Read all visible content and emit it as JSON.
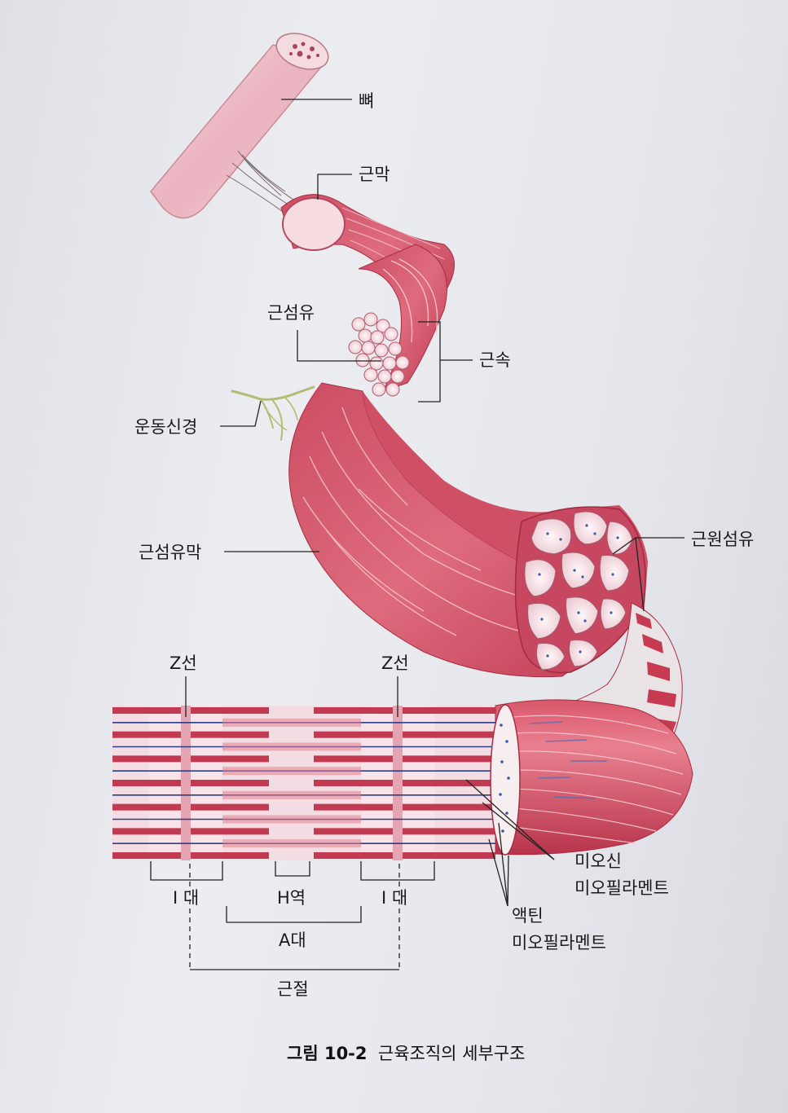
{
  "labels": {
    "bone": "뼈",
    "epimysium": "근막",
    "muscle_fiber": "근섬유",
    "fascicle": "근속",
    "motor_nerve": "운동신경",
    "endomysium": "근섬유막",
    "myofibril": "근원섬유",
    "z_line_left": "Z선",
    "z_line_right": "Z선",
    "i_band_left": "I 대",
    "h_zone": "H역",
    "i_band_right": "I 대",
    "a_band": "A대",
    "sarcomere": "근절",
    "myosin_line1": "미오신",
    "myosin_line2": "미오필라멘트",
    "actin_line1": "액틴",
    "actin_line2": "미오필라멘트"
  },
  "caption": {
    "number": "그림 10-2",
    "title": "근육조직의 세부구조"
  },
  "colors": {
    "muscle_dark": "#c23a52",
    "muscle_mid": "#d9576b",
    "muscle_light": "#f0a7b0",
    "bone": "#f1c6cf",
    "nerve": "#c7cf86",
    "myosin": "#2b3f86",
    "background": "#e6e7ec"
  }
}
